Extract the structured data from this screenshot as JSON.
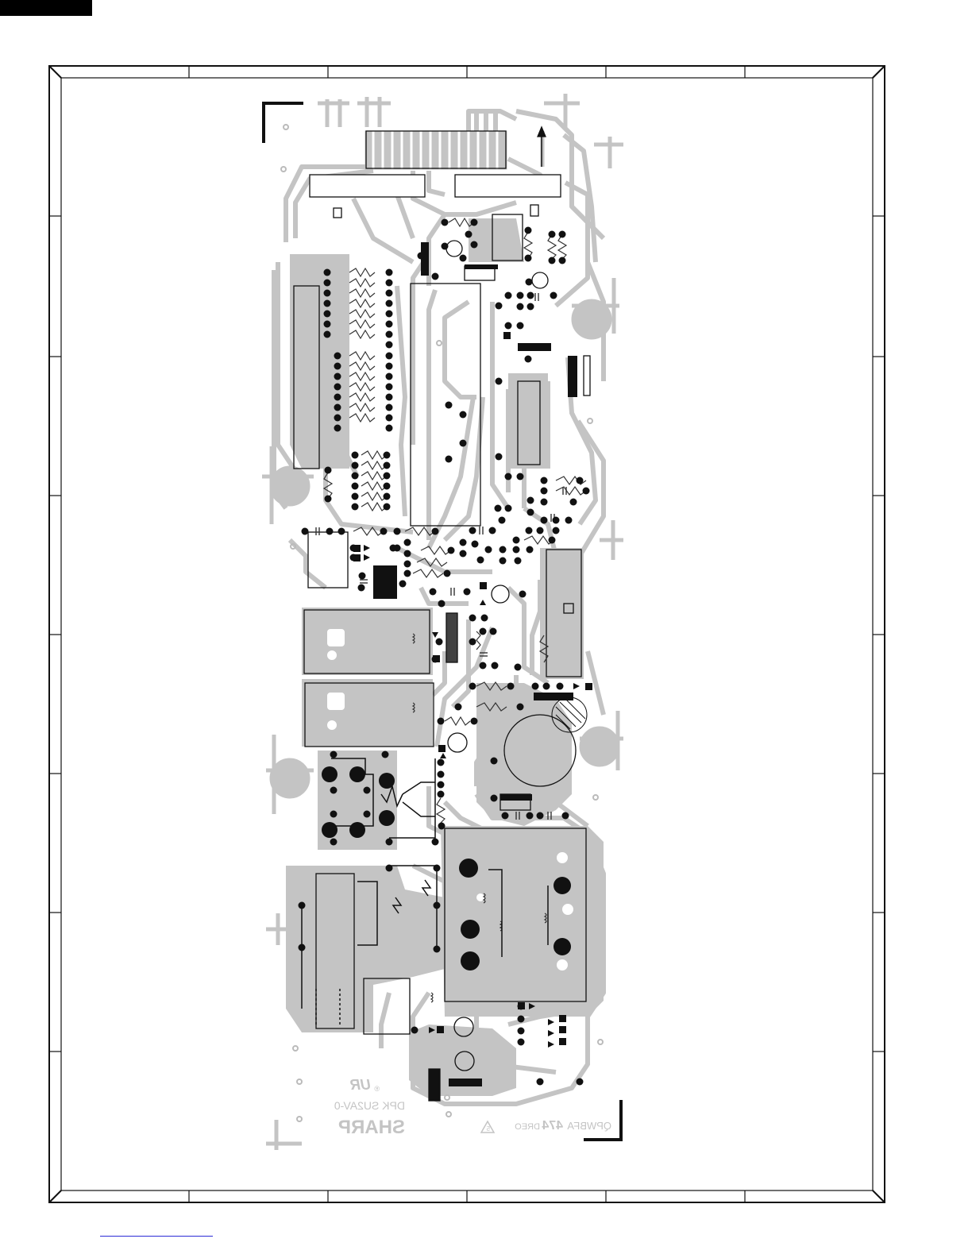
{
  "document": {
    "type": "PCB layout (copper side, mirrored)",
    "silkscreen": {
      "brand": "SHARP",
      "board_code": "DPK SU2AV-0",
      "part_number_prefix": "QPWBFA",
      "part_number_bold": "474",
      "part_number_suffix": "DREO",
      "revision_mark": "5",
      "ul_mark": "UR",
      "registered": "®"
    },
    "colors": {
      "copper": "#c4c4c4",
      "pads": "#1a1a1a",
      "outline": "#111111",
      "link": "#2b2bd6"
    }
  }
}
